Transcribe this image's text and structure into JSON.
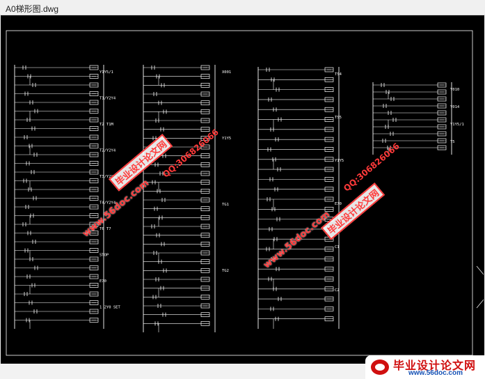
{
  "window": {
    "title": "A0梯形图.dwg"
  },
  "watermarks": {
    "url": "www.56doc.com",
    "qq": "QQ:306826066",
    "site_name": "毕业设计论文网"
  },
  "logo": {
    "site_name": "毕业设计论文网",
    "url": "www.56doc.com"
  },
  "drawing": {
    "background": "#000000",
    "line_color": "#ffffff",
    "columns": [
      {
        "id": "col1",
        "rung_count": 30,
        "comments": [
          "Y1Y5/1",
          "T1/Y2Y4",
          "T2 T1M",
          "T2/Y2Y4",
          "T3/Y2Y5",
          "T4/Y2Y4",
          "T6 T7",
          "STOP",
          "E70",
          "1 2Y0 SET"
        ]
      },
      {
        "id": "col2",
        "rung_count": 30,
        "comments": [
          "X001",
          "Y1Y5",
          "TG1",
          "TG2"
        ]
      },
      {
        "id": "col3",
        "rung_count": 26,
        "comments": [
          "TS4",
          "TS5",
          "Y1Y5",
          "E70",
          "C1",
          "C2"
        ]
      },
      {
        "id": "col4",
        "rung_count": 10,
        "comments": [
          "Y010",
          "Y014",
          "Y1Y5/1",
          "T5"
        ]
      }
    ]
  }
}
